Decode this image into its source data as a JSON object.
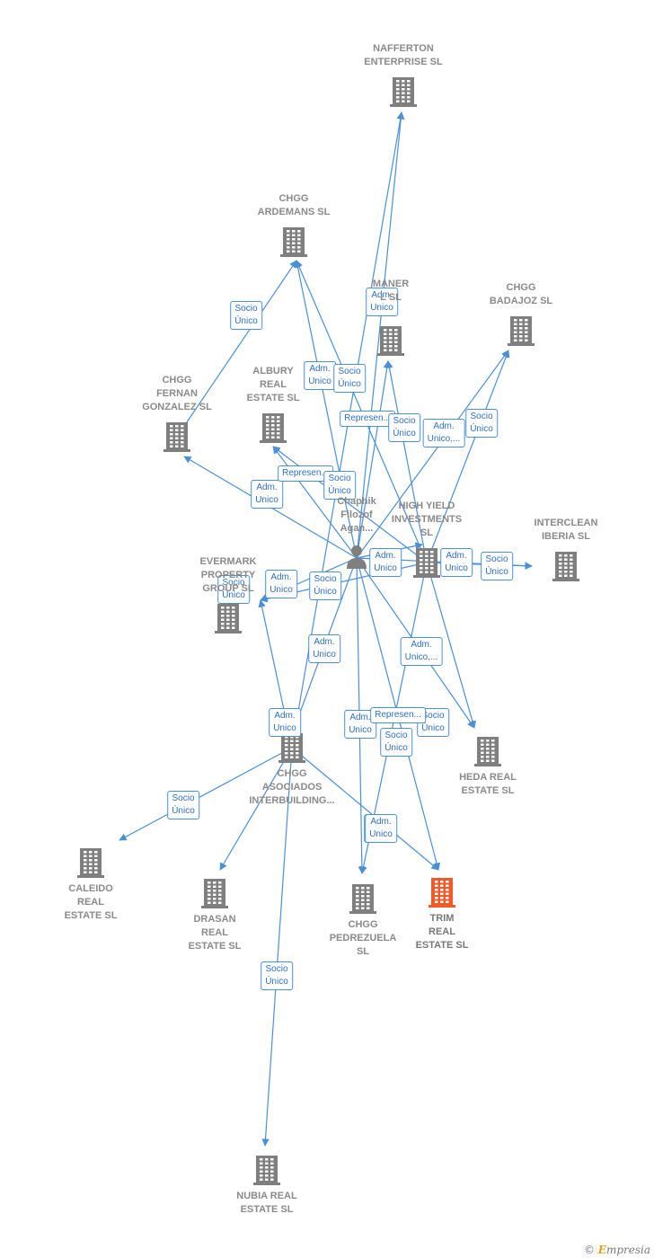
{
  "colors": {
    "edge": "#4a90d9",
    "building": "#7f7f7f",
    "highlight": "#f05a28",
    "person": "#7f7f7f"
  },
  "nodes": [
    {
      "id": "nafferton",
      "label": "NAFFERTON\nENTERPRISE SL",
      "icon": "building-icon"
    },
    {
      "id": "ardemans",
      "label": "CHGG\nARDEMANS SL",
      "icon": "building-icon"
    },
    {
      "id": "maner",
      "label": "MANER\nL SL",
      "icon": "building-icon"
    },
    {
      "id": "badajoz",
      "label": "CHGG\nBADAJOZ SL",
      "icon": "building-icon"
    },
    {
      "id": "fernan",
      "label": "CHGG\nFERNAN\nGONZALEZ SL",
      "icon": "building-icon"
    },
    {
      "id": "albury",
      "label": "ALBURY\nREAL\nESTATE SL",
      "icon": "building-icon"
    },
    {
      "id": "chaphik",
      "label": "Chaphik\nFilozof\nAgan...",
      "icon": "person-icon"
    },
    {
      "id": "highyield",
      "label": "HIGH YIELD\nINVESTMENTS\nSL",
      "icon": "building-icon"
    },
    {
      "id": "interclean",
      "label": "INTERCLEAN\nIBERIA SL",
      "icon": "building-icon"
    },
    {
      "id": "evermark",
      "label": "EVERMARK\nPROPERTY\nGROUP SL",
      "icon": "building-icon"
    },
    {
      "id": "asociados",
      "label": "CHGG\nASOCIADOS\nINTERBUILDING...",
      "icon": "building-icon"
    },
    {
      "id": "heda",
      "label": "HEDA REAL\nESTATE SL",
      "icon": "building-icon"
    },
    {
      "id": "caleido",
      "label": "CALEIDO\nREAL\nESTATE SL",
      "icon": "building-icon"
    },
    {
      "id": "drasan",
      "label": "DRASAN\nREAL\nESTATE SL",
      "icon": "building-icon"
    },
    {
      "id": "pedrezuela",
      "label": "CHGG\nPEDREZUELA\nSL",
      "icon": "building-icon"
    },
    {
      "id": "trim",
      "label": "TRIM\nREAL\nESTATE SL",
      "icon": "building-icon",
      "highlight": true
    },
    {
      "id": "nubia",
      "label": "NUBIA REAL\nESTATE SL",
      "icon": "building-icon"
    }
  ],
  "edges": [
    {
      "from": "chaphik",
      "to": "nafferton",
      "label": "Adm.\nUnico"
    },
    {
      "from": "fernan",
      "to": "ardemans",
      "label": "Socio\nÚnico"
    },
    {
      "from": "chaphik",
      "to": "ardemans",
      "label": "Adm.\nUnico"
    },
    {
      "from": "highyield",
      "to": "ardemans",
      "label": "Socio\nÚnico"
    },
    {
      "from": "chaphik",
      "to": "maner",
      "label": "Represen..."
    },
    {
      "from": "highyield",
      "to": "maner",
      "label": "Socio\nÚnico"
    },
    {
      "from": "chaphik",
      "to": "badajoz",
      "label": "Adm.\nUnico,..."
    },
    {
      "from": "highyield",
      "to": "badajoz",
      "label": "Socio\nÚnico"
    },
    {
      "from": "chaphik",
      "to": "fernan",
      "label": "Adm.\nUnico"
    },
    {
      "from": "chaphik",
      "to": "albury",
      "label": "Represen..."
    },
    {
      "from": "highyield",
      "to": "albury",
      "label": "Socio\nÚnico"
    },
    {
      "from": "chaphik",
      "to": "highyield",
      "label": "Adm.\nUnico"
    },
    {
      "from": "chaphik",
      "to": "interclean",
      "label": "Adm.\nUnico"
    },
    {
      "from": "highyield",
      "to": "interclean",
      "label": "Socio\nÚnico"
    },
    {
      "from": "chaphik",
      "to": "evermark",
      "label": "Adm.\nUnico"
    },
    {
      "from": "asociados",
      "to": "evermark",
      "label": "Socio\nÚnico"
    },
    {
      "from": "highyield",
      "to": "evermark",
      "label": "Socio\nÚnico"
    },
    {
      "from": "chaphik",
      "to": "asociados",
      "label": "Adm.\nUnico"
    },
    {
      "from": "asociados",
      "to": "nafferton",
      "label": "Adm.\nUnico"
    },
    {
      "from": "chaphik",
      "to": "heda",
      "label": "Adm.\nUnico,..."
    },
    {
      "from": "highyield",
      "to": "heda",
      "label": "Socio\nÚnico"
    },
    {
      "from": "asociados",
      "to": "caleido",
      "label": "Socio\nÚnico"
    },
    {
      "from": "asociados",
      "to": "drasan",
      "label": "Adm.\nUnico"
    },
    {
      "from": "chaphik",
      "to": "pedrezuela",
      "label": "Adm.\nUnico"
    },
    {
      "from": "highyield",
      "to": "pedrezuela",
      "label": "Socio\nÚnico"
    },
    {
      "from": "chaphik",
      "to": "trim",
      "label": "Represen..."
    },
    {
      "from": "asociados",
      "to": "trim",
      "label": "Adm.\nUnico"
    },
    {
      "from": "asociados",
      "to": "nubia",
      "label": "Socio\nÚnico"
    }
  ],
  "watermark": {
    "copyright": "©",
    "brand_initial": "E",
    "brand_rest": "mpresia"
  }
}
